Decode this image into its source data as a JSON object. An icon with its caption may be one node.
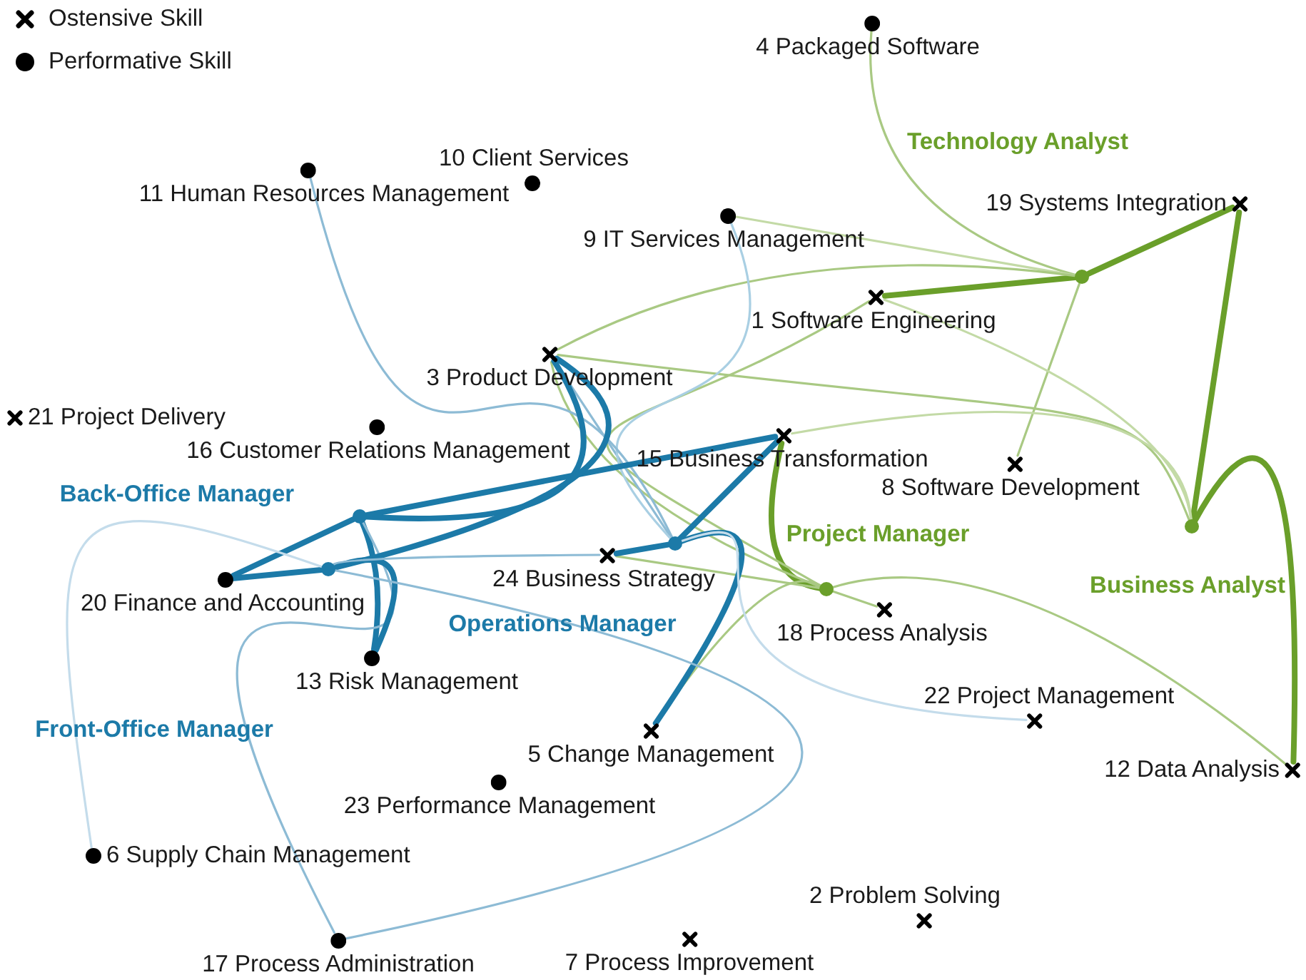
{
  "diagram": {
    "nodes": [
      {
        "text": [
          "1 Software Engineering"
        ]
      },
      {
        "text": [
          "2 Problem Solving"
        ]
      },
      {
        "text": [
          "3 Product Development"
        ]
      },
      {
        "text": [
          "4 Packaged Software"
        ]
      },
      {
        "text": [
          "5 Change Management"
        ]
      },
      {
        "text": [
          "6 Supply Chain Management"
        ]
      },
      {
        "text": [
          "7 Process Improvement"
        ]
      },
      {
        "text": [
          "8 Software Development"
        ]
      },
      {
        "text": [
          "9 IT Services Management"
        ]
      },
      {
        "text": [
          "10 Client Services"
        ]
      },
      {
        "text": [
          "11 Human Resources Management"
        ]
      },
      {
        "text": [
          "12 Data Analysis"
        ]
      },
      {
        "text": [
          "13 Risk Management"
        ]
      },
      {
        "text": [
          "15 Business Transformation"
        ]
      },
      {
        "text": [
          "16 Customer Relations Management"
        ]
      },
      {
        "text": [
          "17 Process Administration"
        ]
      },
      {
        "text": [
          "18 Process Analysis"
        ]
      },
      {
        "text": [
          "19 Systems Integration"
        ]
      },
      {
        "text": [
          "20 Finance and Accounting"
        ]
      },
      {
        "text": [
          "21 Project Delivery"
        ]
      },
      {
        "text": [
          "22 Project Management"
        ]
      },
      {
        "text": [
          "23 Performance Management"
        ]
      },
      {
        "text": [
          "24 Business Strategy"
        ]
      },
      {
        "text": [],
        "shape": "circle"
      },
      {
        "text": [],
        "shape": "circle"
      },
      {
        "text": [],
        "shape": "circle"
      },
      {
        "text": [],
        "shape": "circle"
      },
      {
        "text": [],
        "shape": "circle"
      },
      {
        "text": [],
        "shape": "circle"
      }
    ],
    "edges": [
      {
        "from": 27,
        "to": 17,
        "arrow": "none",
        "style": "thick",
        "color": "#6a9f2a"
      },
      {
        "from": 27,
        "to": 0,
        "arrow": "none",
        "style": "thick",
        "color": "#6a9f2a"
      },
      {
        "from": 27,
        "to": 3,
        "arrow": "none",
        "color": "#a9c983"
      },
      {
        "from": 27,
        "to": 8,
        "arrow": "none",
        "color": "#c3daa6"
      },
      {
        "from": 27,
        "to": 7,
        "arrow": "none",
        "color": "#a9c983"
      },
      {
        "from": 27,
        "to": 2,
        "arrow": "none",
        "color": "#a9c983"
      },
      {
        "from": 28,
        "to": 17,
        "arrow": "none",
        "style": "thick",
        "color": "#6a9f2a"
      },
      {
        "from": 28,
        "to": 11,
        "arrow": "none",
        "style": "thick",
        "color": "#6a9f2a"
      },
      {
        "from": 28,
        "to": 2,
        "arrow": "none",
        "color": "#a9c983"
      },
      {
        "from": 28,
        "to": 0,
        "arrow": "none",
        "color": "#c3daa6"
      },
      {
        "from": 28,
        "to": 13,
        "arrow": "none",
        "color": "#c3daa6"
      },
      {
        "from": 26,
        "to": 13,
        "arrow": "none",
        "style": "thick",
        "color": "#6a9f2a"
      },
      {
        "from": 26,
        "to": 2,
        "arrow": "none",
        "color": "#a9c983"
      },
      {
        "from": 26,
        "to": 4,
        "arrow": "none",
        "color": "#a9c983"
      },
      {
        "from": 26,
        "to": 22,
        "arrow": "none",
        "color": "#a9c983"
      },
      {
        "from": 26,
        "to": 11,
        "arrow": "none",
        "color": "#a9c983"
      },
      {
        "from": 26,
        "to": 0,
        "arrow": "none",
        "color": "#a9c983"
      },
      {
        "from": 26,
        "to": 16,
        "arrow": "none",
        "color": "#a9c983"
      },
      {
        "from": 25,
        "to": 13,
        "arrow": "none",
        "style": "thick",
        "color": "#1c7aa8"
      },
      {
        "from": 25,
        "to": 22,
        "arrow": "none",
        "style": "thick",
        "color": "#1c7aa8"
      },
      {
        "from": 25,
        "to": 4,
        "arrow": "none",
        "style": "thick",
        "color": "#1c7aa8"
      },
      {
        "from": 25,
        "to": 2,
        "arrow": "none",
        "color": "#8dbbd5"
      },
      {
        "from": 25,
        "to": 8,
        "arrow": "none",
        "color": "#a9cfe3"
      },
      {
        "from": 25,
        "to": 10,
        "arrow": "none",
        "color": "#8dbbd5"
      },
      {
        "from": 25,
        "to": 20,
        "arrow": "none",
        "color": "#c4dceb"
      },
      {
        "from": 24,
        "to": 2,
        "arrow": "none",
        "style": "thick",
        "color": "#1c7aa8"
      },
      {
        "from": 24,
        "to": 18,
        "arrow": "none",
        "style": "thick",
        "color": "#1c7aa8"
      },
      {
        "from": 24,
        "to": 13,
        "arrow": "none",
        "style": "thick",
        "color": "#1c7aa8"
      },
      {
        "from": 24,
        "to": 12,
        "arrow": "none",
        "style": "thick",
        "color": "#1c7aa8"
      },
      {
        "from": 24,
        "to": 15,
        "arrow": "none",
        "color": "#8dbbd5"
      },
      {
        "from": 23,
        "to": 2,
        "arrow": "none",
        "style": "thick",
        "color": "#1c7aa8"
      },
      {
        "from": 23,
        "to": 18,
        "arrow": "none",
        "style": "thick",
        "color": "#1c7aa8"
      },
      {
        "from": 23,
        "to": 12,
        "arrow": "none",
        "style": "thick",
        "color": "#1c7aa8"
      },
      {
        "from": 23,
        "to": 15,
        "arrow": "none",
        "color": "#8dbbd5"
      },
      {
        "from": 23,
        "to": 22,
        "arrow": "none",
        "color": "#8dbbd5"
      },
      {
        "from": 23,
        "to": 5,
        "arrow": "none",
        "color": "#c4dceb"
      }
    ],
    "labels": [
      "Technology Analyst",
      "Back-Office Manager",
      "Project Manager",
      "Business Analyst",
      "Operations Manager",
      "Front-Office Manager"
    ],
    "legend": [
      {
        "text": "Ostensive Skill"
      },
      {
        "text": "Performative Skill"
      }
    ]
  }
}
